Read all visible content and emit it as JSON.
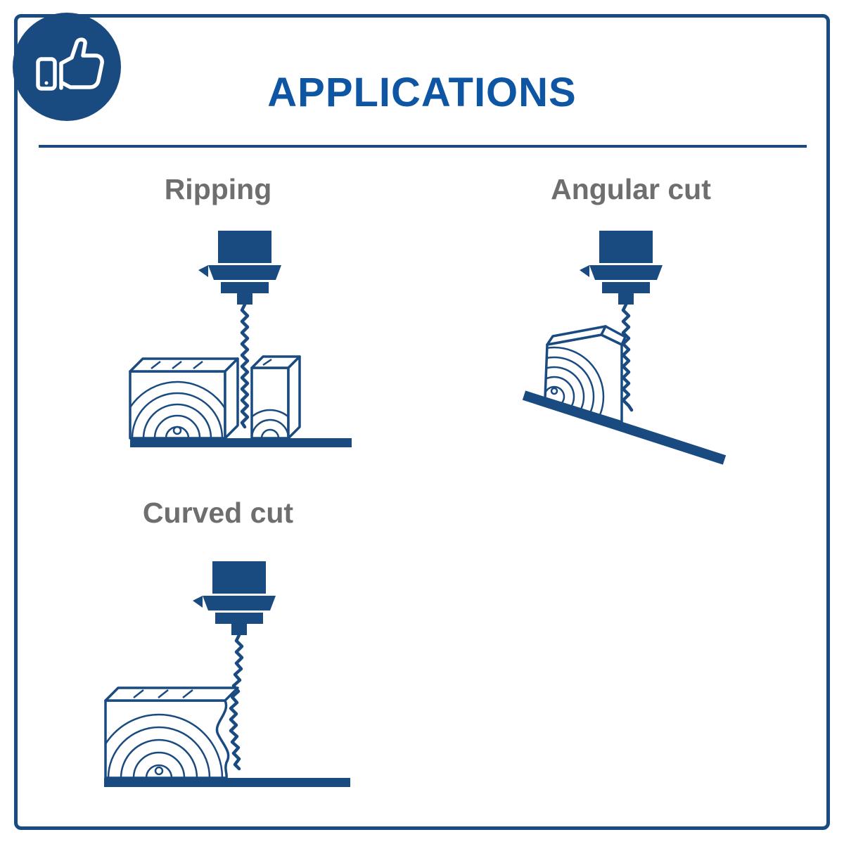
{
  "page": {
    "title": "APPLICATIONS",
    "colors": {
      "navy": "#1a4b80",
      "title_blue": "#0e55a4",
      "label_gray": "#6e6e6e",
      "background": "#ffffff"
    }
  },
  "badge": {
    "icon": "thumbs-up-with-phone-icon"
  },
  "sections": [
    {
      "id": "ripping",
      "label": "Ripping",
      "illustration": "bandsaw-ripping-straight-cut"
    },
    {
      "id": "angular-cut",
      "label": "Angular cut",
      "illustration": "bandsaw-angular-cut-on-incline"
    },
    {
      "id": "curved-cut",
      "label": "Curved cut",
      "illustration": "bandsaw-curved-cut"
    }
  ]
}
